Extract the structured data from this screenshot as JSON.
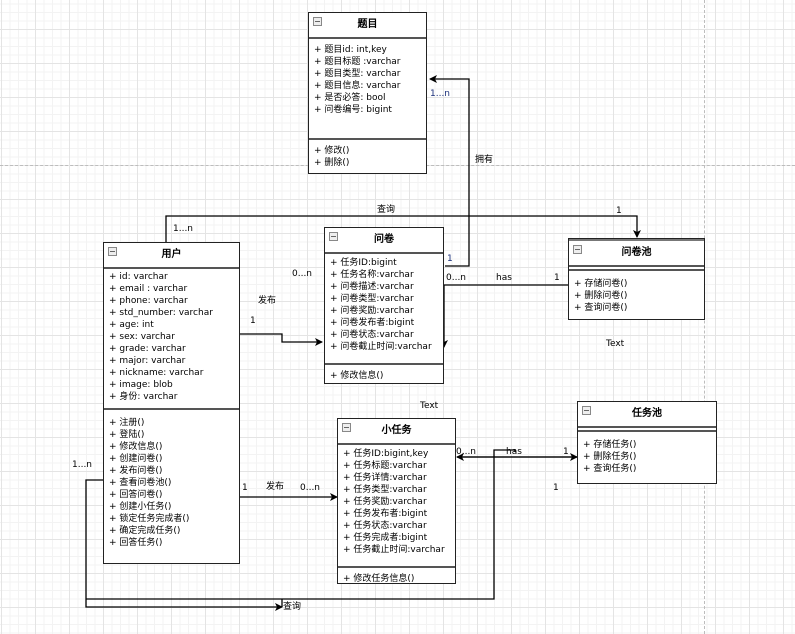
{
  "classes": {
    "question": {
      "title": "题目",
      "attributes": [
        "+ 题目id: int,key",
        "+ 题目标题 :varchar",
        "+ 题目类型: varchar",
        "+ 题目信息: varchar",
        "+ 是否必答: bool",
        "+ 问卷编号: bigint"
      ],
      "methods": [
        "+ 修改()",
        "+ 删除()"
      ]
    },
    "user": {
      "title": "用户",
      "attributes": [
        "+ id: varchar",
        "+ email : varchar",
        "+ phone: varchar",
        "+ std_number: varchar",
        "+ age: int",
        "+ sex: varchar",
        "+ grade: varchar",
        "+ major: varchar",
        "+ nickname: varchar",
        "+ image: blob",
        "+ 身份: varchar"
      ],
      "methods": [
        "+ 注册()",
        "+ 登陆()",
        "+ 修改信息()",
        "+ 创建问卷()",
        "+ 发布问卷()",
        "+ 查看问卷池()",
        "+ 回答问卷()",
        "+ 创建小任务()",
        "+ 锁定任务完成者()",
        "+ 确定完成任务()",
        "+ 回答任务()"
      ]
    },
    "questionnaire": {
      "title": "问卷",
      "attributes": [
        "+ 任务ID:bigint",
        "+ 任务名称:varchar",
        "+ 问卷描述:varchar",
        "+ 问卷类型:varchar",
        "+ 问卷奖励:varchar",
        "+ 问卷发布者:bigint",
        "+ 问卷状态:varchar",
        "+ 问卷截止时间:varchar"
      ],
      "methods": [
        "+ 修改信息()"
      ]
    },
    "questionnaire_pool": {
      "title": "问卷池",
      "attributes": [],
      "methods": [
        "+ 存储问卷()",
        "+ 删除问卷()",
        "+ 查询问卷()"
      ]
    },
    "task": {
      "title": "小任务",
      "attributes": [
        "+ 任务ID:bigint,key",
        "+ 任务标题:varchar",
        "+ 任务详情:varchar",
        "+ 任务类型:varchar",
        "+ 任务奖励:varchar",
        "+ 任务发布者:bigint",
        "+ 任务状态:varchar",
        "+ 任务完成者:bigint",
        "+ 任务截止时间:varchar"
      ],
      "methods": [
        "+ 修改任务信息()"
      ]
    },
    "task_pool": {
      "title": "任务池",
      "attributes": [],
      "methods": [
        "+ 存储任务()",
        "+ 删除任务()",
        "+ 查询任务()"
      ]
    }
  },
  "labels": {
    "own": "拥有",
    "own_mult_question": "1...n",
    "own_mult_questionnaire": "1",
    "query_top": "查询",
    "query_top_user_mult": "1...n",
    "query_top_pool_mult": "1",
    "publish_q": "发布",
    "publish_q_user_mult": "1",
    "publish_q_q_mult": "0...n",
    "has_q": "has",
    "has_q_q_mult": "0...n",
    "has_q_pool_mult": "1",
    "text1": "Text",
    "text2": "Text",
    "publish_t": "发布",
    "publish_t_user_mult": "1",
    "publish_t_task_mult": "0...n",
    "has_t": "has",
    "has_t_task_mult": "0...n",
    "has_t_pool_mult": "1",
    "has_t_extra_mult": "1",
    "query_bottom": "查询",
    "query_bottom_user_mult": "1...n"
  }
}
